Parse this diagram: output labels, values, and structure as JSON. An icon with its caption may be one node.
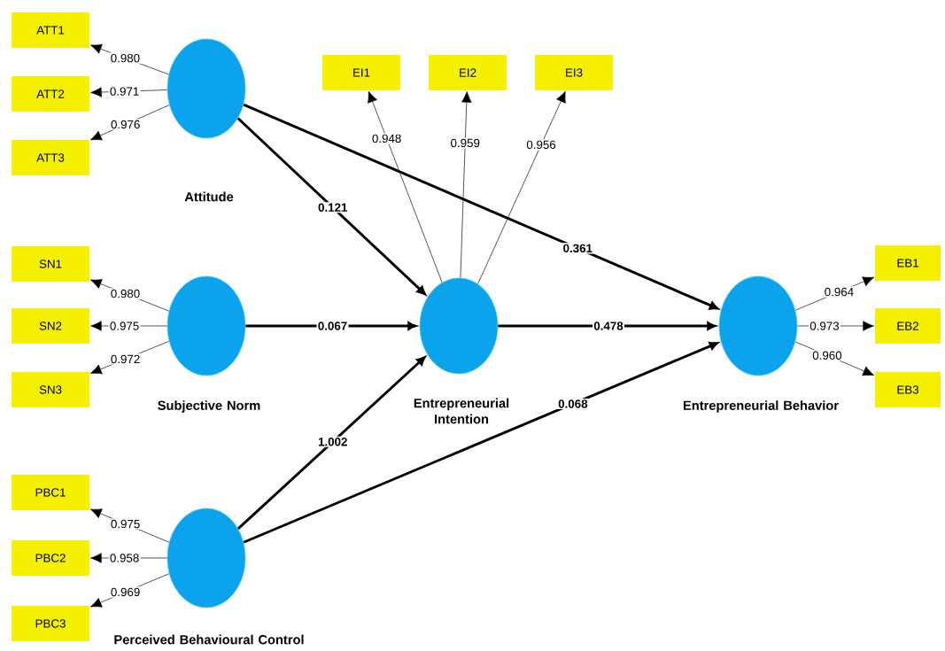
{
  "diagram": {
    "nodes": [
      {
        "text": [
          "ATT1"
        ]
      },
      {
        "text": [
          "ATT2"
        ]
      },
      {
        "text": [
          "ATT3"
        ]
      },
      {
        "text": [
          "Attitude"
        ]
      },
      {
        "text": [
          "EI1"
        ]
      },
      {
        "text": [
          "EI2"
        ]
      },
      {
        "text": [
          "EI3"
        ]
      },
      {
        "text": [
          "SN1"
        ]
      },
      {
        "text": [
          "SN2"
        ]
      },
      {
        "text": [
          "SN3"
        ]
      },
      {
        "text": [
          "Subjective Norm"
        ]
      },
      {
        "text": [
          "Entrepreneurial Intention"
        ]
      },
      {
        "text": [
          "Entrepreneurial Behavior"
        ]
      },
      {
        "text": [
          "EB1"
        ]
      },
      {
        "text": [
          "EB2"
        ]
      },
      {
        "text": [
          "EB3"
        ]
      },
      {
        "text": [
          "PBC1"
        ]
      },
      {
        "text": [
          "PBC2"
        ]
      },
      {
        "text": [
          "PBC3"
        ]
      },
      {
        "text": [
          "Perceived Behavioural Control"
        ]
      }
    ],
    "edges": [
      {
        "from": 3,
        "to": 0,
        "arrow": "to",
        "label": "0.980"
      },
      {
        "from": 3,
        "to": 1,
        "arrow": "to",
        "label": "0.971"
      },
      {
        "from": 3,
        "to": 2,
        "arrow": "to",
        "label": "0.976"
      },
      {
        "from": 11,
        "to": 4,
        "arrow": "to",
        "label": "0.948"
      },
      {
        "from": 11,
        "to": 5,
        "arrow": "to",
        "label": "0.959"
      },
      {
        "from": 11,
        "to": 6,
        "arrow": "to",
        "label": "0.956"
      },
      {
        "from": 10,
        "to": 7,
        "arrow": "to",
        "label": "0.980"
      },
      {
        "from": 10,
        "to": 8,
        "arrow": "to",
        "label": "0.975"
      },
      {
        "from": 10,
        "to": 9,
        "arrow": "to",
        "label": "0.972"
      },
      {
        "from": 12,
        "to": 13,
        "arrow": "to",
        "label": "0.964"
      },
      {
        "from": 12,
        "to": 14,
        "arrow": "to",
        "label": "0.973"
      },
      {
        "from": 12,
        "to": 15,
        "arrow": "to",
        "label": "0.960"
      },
      {
        "from": 19,
        "to": 16,
        "arrow": "to",
        "label": "0.975"
      },
      {
        "from": 19,
        "to": 17,
        "arrow": "to",
        "label": "0.958"
      },
      {
        "from": 19,
        "to": 18,
        "arrow": "to",
        "label": "0.969"
      },
      {
        "from": 3,
        "to": 11,
        "arrow": "to",
        "label": "0.121",
        "style": "thick"
      },
      {
        "from": 3,
        "to": 12,
        "arrow": "to",
        "label": "0.361",
        "style": "thick"
      },
      {
        "from": 10,
        "to": 11,
        "arrow": "to",
        "label": "0.067",
        "style": "thick"
      },
      {
        "from": 11,
        "to": 12,
        "arrow": "to",
        "label": "0.478",
        "style": "thick"
      },
      {
        "from": 19,
        "to": 11,
        "arrow": "to",
        "label": "1.002",
        "style": "thick"
      },
      {
        "from": 19,
        "to": 12,
        "arrow": "to",
        "label": "0.068",
        "style": "thick"
      }
    ]
  }
}
